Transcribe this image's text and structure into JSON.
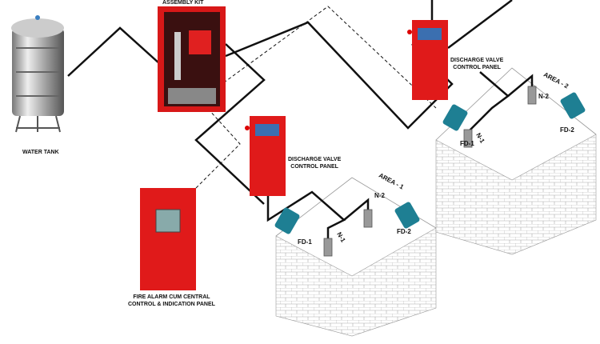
{
  "labels": {
    "assembly_kit": "ASSEMBLY KIT",
    "water_tank": "WATER TANK",
    "dvcp_line1": "DISCHARGE VALVE",
    "dvcp_line2": "CONTROL PANEL",
    "fire_alarm_line1": "FIRE ALARM CUM CENTRAL",
    "fire_alarm_line2": "CONTROL & INDICATION PANEL",
    "area1": "AREA - 1",
    "area2": "AREA - 2",
    "fd1": "FD-1",
    "fd2": "FD-2",
    "n1": "N-1",
    "n2": "N-2"
  },
  "colors": {
    "panel_red": "#e01a1a",
    "detector_blue": "#1e7f93",
    "pipe": "#111111"
  }
}
